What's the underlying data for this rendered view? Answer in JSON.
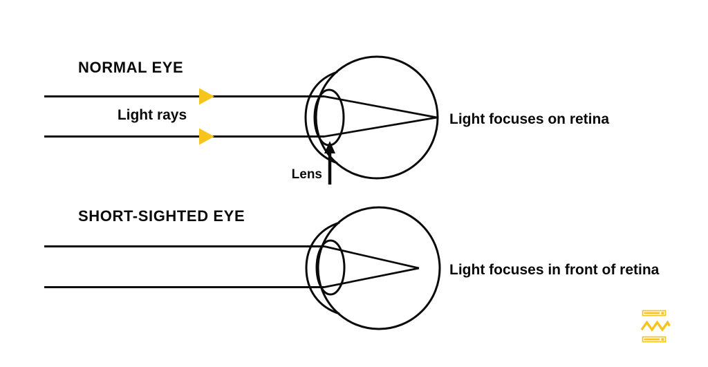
{
  "colors": {
    "accent_yellow": "#F5C51D",
    "ink_black": "#0a0a0a",
    "background": "#FFFFFF"
  },
  "normal_eye": {
    "title": "NORMAL EYE",
    "light_rays_label": "Light rays",
    "lens_label": "Lens",
    "focus_label": "Light focuses on retina"
  },
  "short_sighted_eye": {
    "title": "SHORT-SIGHTED EYE",
    "focus_label": "Light focuses in front of retina"
  },
  "icons": {
    "ray_arrow": "yellow-right-triangle",
    "lens_pointer": "black-up-arrow",
    "brand_logo": "yellow-bars-and-zigzag"
  }
}
